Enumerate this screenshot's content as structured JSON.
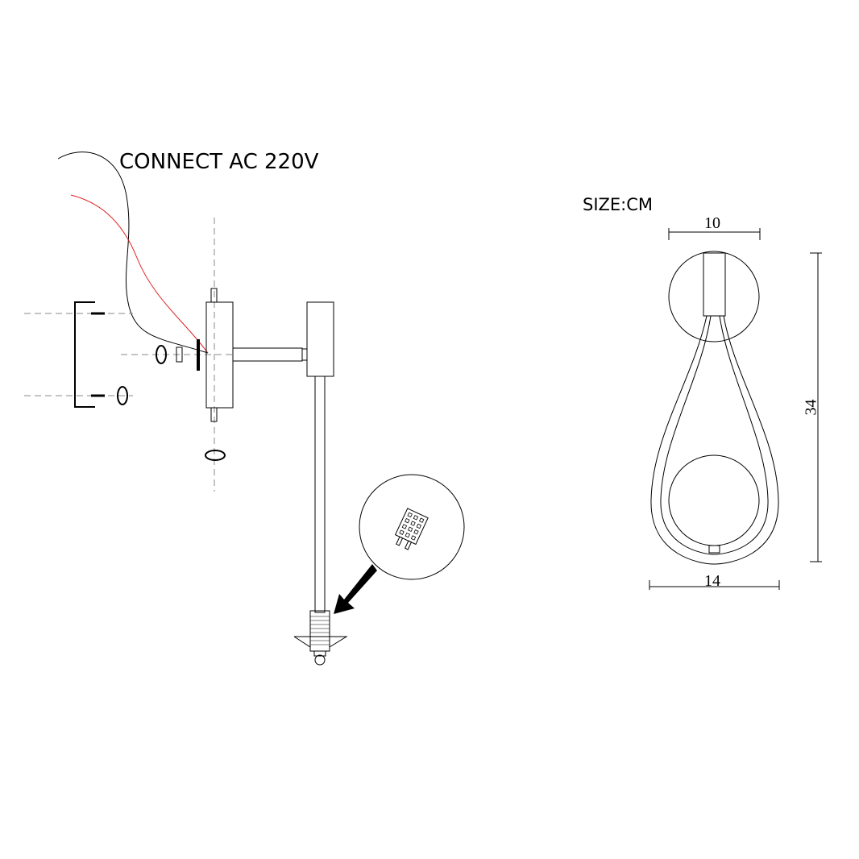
{
  "labels": {
    "connect": "CONNECT AC 220V",
    "size_unit": "SIZE:CM"
  },
  "dimensions": {
    "width_top": "10",
    "height": "34",
    "width_bottom": "14"
  },
  "colors": {
    "line": "#000000",
    "live_wire": "#e02020",
    "center_line": "#888888"
  }
}
